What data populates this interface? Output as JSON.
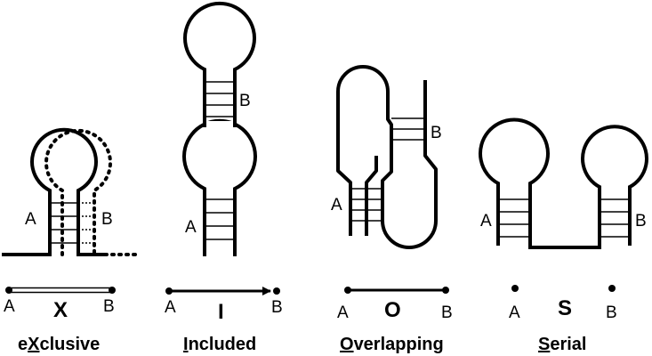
{
  "panels": {
    "exclusive": {
      "stem_left_label": "A",
      "stem_right_label": "B",
      "axis_left": "A",
      "axis_right": "B",
      "symbol": "X",
      "caption_pre": "e",
      "caption_key": "X",
      "caption_post": "clusive"
    },
    "included": {
      "upper_stem_label": "B",
      "lower_stem_label": "A",
      "axis_left": "A",
      "axis_right": "B",
      "symbol": "I",
      "caption_pre": "",
      "caption_key": "I",
      "caption_post": "ncluded"
    },
    "overlapping": {
      "left_stem_label": "A",
      "right_stem_label": "B",
      "axis_left": "A",
      "axis_right": "B",
      "symbol": "O",
      "caption_pre": "",
      "caption_key": "O",
      "caption_post": "verlapping"
    },
    "serial": {
      "left_stem_label": "A",
      "right_stem_label": "B",
      "axis_left": "A",
      "axis_right": "B",
      "symbol": "S",
      "caption_pre": "",
      "caption_key": "S",
      "caption_post": "erial"
    }
  },
  "colors": {
    "ink": "#000000",
    "background": "#ffffff"
  }
}
